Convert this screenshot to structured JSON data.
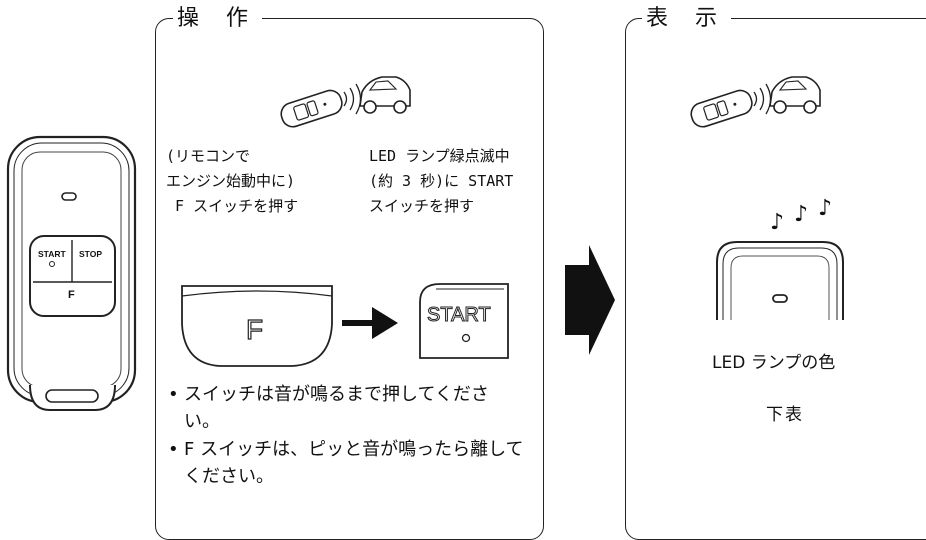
{
  "fob_left": {
    "start_label": "START",
    "stop_label": "STOP",
    "f_label": "F"
  },
  "operation_panel": {
    "title": "操 作",
    "caption_left": [
      "(リモコンで",
      "エンジン始動中に)",
      " F スイッチを押す"
    ],
    "caption_right": [
      "LED ランプ緑点滅中",
      "(約 3 秒)に START",
      "スイッチを押す"
    ],
    "f_key_label": "F",
    "start_key_label": "START",
    "bullets": [
      {
        "mark": "•",
        "text": "スイッチは音が鳴るまで押してください。"
      },
      {
        "mark": "•",
        "text": "F スイッチは、ピッと音が鳴ったら離してください。"
      }
    ]
  },
  "display_panel": {
    "title": "表 示",
    "led_caption": "LED ランプの色",
    "table_ref": "下表"
  },
  "icons": {
    "music_notes": "music-notes-icon",
    "arrow": "right-arrow-icon",
    "big_arrow": "big-right-arrow-icon"
  }
}
